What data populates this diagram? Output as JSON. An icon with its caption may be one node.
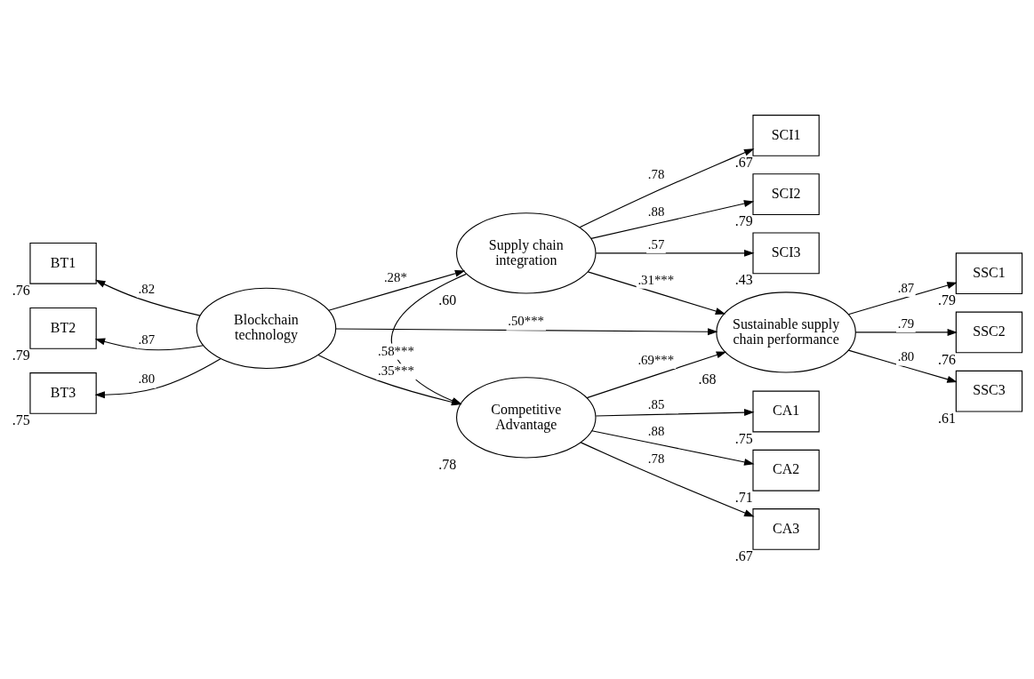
{
  "diagram": {
    "nodes": [
      {
        "text": [
          "SCI1"
        ],
        "beside": [
          ".67"
        ]
      },
      {
        "text": [
          "SCI2"
        ],
        "beside": [
          ".79"
        ]
      },
      {
        "text": [
          "SCI3"
        ],
        "beside": [
          ".43"
        ]
      },
      {
        "text": [
          "Supply chain integration"
        ],
        "beside": [
          ".60"
        ]
      },
      {
        "text": [
          "BT1"
        ],
        "beside": [
          ".76"
        ]
      },
      {
        "text": [
          "BT2"
        ],
        "beside": [
          ".79"
        ]
      },
      {
        "text": [
          "BT3"
        ],
        "beside": [
          ".75"
        ]
      },
      {
        "text": [
          "Blockchain technology"
        ]
      },
      {
        "text": [
          "Sustainable supply chain performance"
        ],
        "beside": [
          ".68"
        ]
      },
      {
        "text": [
          "SSC1"
        ],
        "beside": [
          ".79"
        ]
      },
      {
        "text": [
          "SSC2"
        ],
        "beside": [
          ".76"
        ]
      },
      {
        "text": [
          "SSC3"
        ],
        "beside": [
          ".61"
        ]
      },
      {
        "text": [
          "Competitive Advantage"
        ],
        "beside": [
          ".78"
        ]
      },
      {
        "text": [
          "CA1"
        ],
        "beside": [
          ".75"
        ]
      },
      {
        "text": [
          "CA2"
        ],
        "beside": [
          ".71"
        ]
      },
      {
        "text": [
          "CA3"
        ],
        "beside": [
          ".67"
        ]
      }
    ],
    "edges": [
      {
        "from": 3,
        "to": 0,
        "arrow": "to",
        "label": ".78"
      },
      {
        "from": 3,
        "to": 1,
        "arrow": "to",
        "label": ".88"
      },
      {
        "from": 3,
        "to": 2,
        "arrow": "to",
        "label": ".57"
      },
      {
        "from": 7,
        "to": 4,
        "arrow": "to",
        "label": ".82"
      },
      {
        "from": 7,
        "to": 5,
        "arrow": "to",
        "label": ".87"
      },
      {
        "from": 7,
        "to": 6,
        "arrow": "to",
        "label": ".80"
      },
      {
        "from": 7,
        "to": 3,
        "arrow": "to",
        "label": ".28*"
      },
      {
        "from": 3,
        "to": 8,
        "arrow": "to",
        "label": ".31***"
      },
      {
        "from": 7,
        "to": 8,
        "arrow": "to",
        "label": ".50***"
      },
      {
        "from": 3,
        "to": 12,
        "arrow": "to",
        "label": ".58***"
      },
      {
        "from": 7,
        "to": 12,
        "arrow": "to",
        "label": ".35***"
      },
      {
        "from": 12,
        "to": 8,
        "arrow": "to",
        "label": ".69***"
      },
      {
        "from": 8,
        "to": 9,
        "arrow": "to",
        "label": ".87"
      },
      {
        "from": 8,
        "to": 10,
        "arrow": "to",
        "label": ".79"
      },
      {
        "from": 8,
        "to": 11,
        "arrow": "to",
        "label": ".80"
      },
      {
        "from": 12,
        "to": 13,
        "arrow": "to",
        "label": ".85"
      },
      {
        "from": 12,
        "to": 14,
        "arrow": "to",
        "label": ".88"
      },
      {
        "from": 12,
        "to": 15,
        "arrow": "to",
        "label": ".78"
      }
    ]
  }
}
